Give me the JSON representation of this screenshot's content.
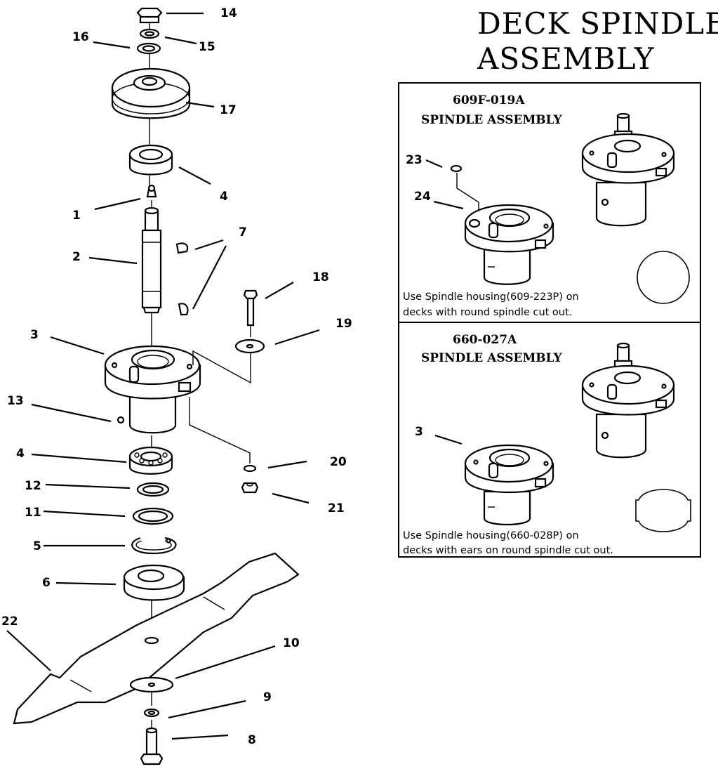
{
  "title": {
    "line1": "DECK SPINDLE",
    "line2": "ASSEMBLY"
  },
  "box_top": {
    "part_number": "609F-019A",
    "name": "SPINDLE ASSEMBLY",
    "note_line1": "Use Spindle housing(609-223P) on",
    "note_line2": "decks with round spindle cut out.",
    "callouts": [
      "23",
      "24"
    ]
  },
  "box_bottom": {
    "part_number": "660-027A",
    "name": "SPINDLE ASSEMBLY",
    "note_line1": "Use Spindle housing(660-028P) on",
    "note_line2": "decks with ears on round spindle cut out.",
    "callouts": [
      "3"
    ]
  },
  "callouts": {
    "c14": "14",
    "c15": "15",
    "c16": "16",
    "c17": "17",
    "c4a": "4",
    "c1": "1",
    "c7": "7",
    "c2": "2",
    "c18": "18",
    "c19": "19",
    "c3": "3",
    "c13": "13",
    "c4b": "4",
    "c20": "20",
    "c12": "12",
    "c21": "21",
    "c11": "11",
    "c5": "5",
    "c6": "6",
    "c22": "22",
    "c10": "10",
    "c9": "9",
    "c8": "8"
  }
}
